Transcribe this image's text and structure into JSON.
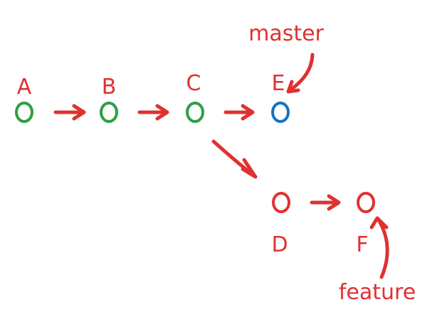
{
  "colors": {
    "merged": "#2f9e44",
    "head": "#1971c2",
    "new": "#e03131"
  },
  "commits": {
    "A": {
      "label": "A",
      "state": "merged"
    },
    "B": {
      "label": "B",
      "state": "merged"
    },
    "C": {
      "label": "C",
      "state": "merged"
    },
    "E": {
      "label": "E",
      "state": "head"
    },
    "D": {
      "label": "D",
      "state": "new"
    },
    "F": {
      "label": "F",
      "state": "new"
    }
  },
  "branches": {
    "master": {
      "label": "master",
      "points_to": "E"
    },
    "feature": {
      "label": "feature",
      "points_to": "F"
    }
  }
}
